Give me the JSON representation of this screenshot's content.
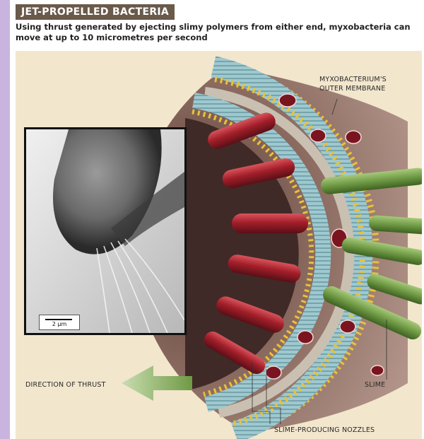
{
  "title": "JET-PROPELLED BACTERIA",
  "subtitle": "Using thrust generated by ejecting slimy polymers from either end, myxobacteria can move at up to 10 micrometres per second",
  "labels": {
    "outer_membrane_line1": "MYXOBACTERIUM'S",
    "outer_membrane_line2": "OUTER MEMBRANE",
    "direction": "DIRECTION OF THRUST",
    "slime": "SLIME",
    "nozzles": "SLIME-PRODUCING NOZZLES"
  },
  "micrograph": {
    "scale_label": "2 μm"
  },
  "colors": {
    "background": "#c9b3df",
    "panel": "#f2e6cd",
    "title_bar": "#6a5a4a",
    "cell_body": "#8e7266",
    "nozzle_red": "#a31f2a",
    "slime_green": "#6f9a45",
    "arrow_green": "#7ea35a",
    "lipid_head": "#e8c23a"
  }
}
